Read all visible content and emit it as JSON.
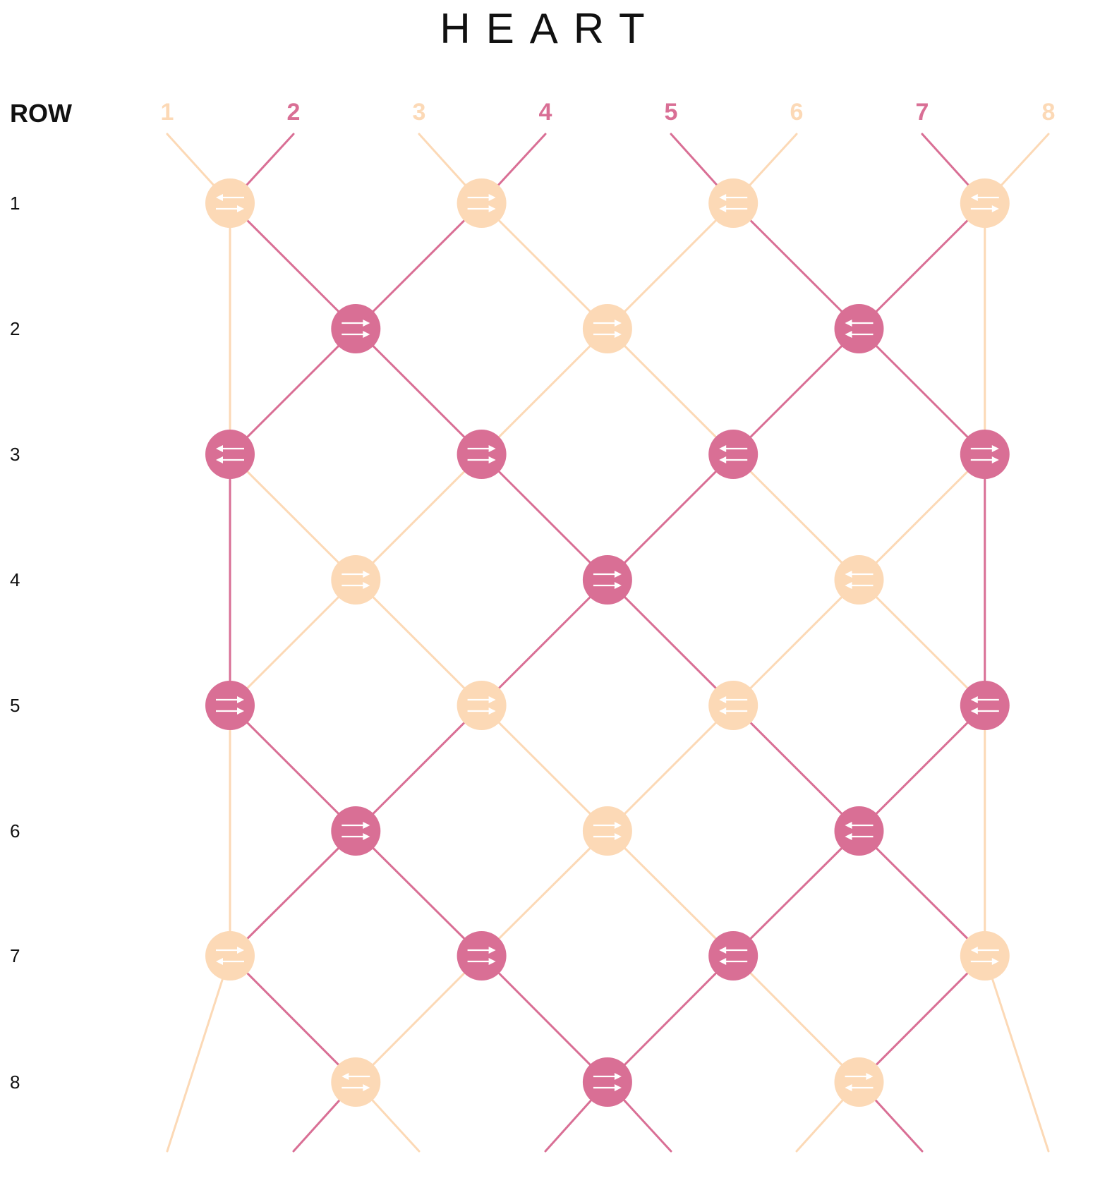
{
  "title": "HEART",
  "row_header": "ROW",
  "colors": {
    "light": "#FCD9B6",
    "dark": "#D96F95",
    "arrow": "#FFFFFF"
  },
  "strings": [
    {
      "label": "1",
      "color": "light"
    },
    {
      "label": "2",
      "color": "dark"
    },
    {
      "label": "3",
      "color": "light"
    },
    {
      "label": "4",
      "color": "dark"
    },
    {
      "label": "5",
      "color": "dark"
    },
    {
      "label": "6",
      "color": "light"
    },
    {
      "label": "7",
      "color": "dark"
    },
    {
      "label": "8",
      "color": "light"
    }
  ],
  "rows": [
    "1",
    "2",
    "3",
    "4",
    "5",
    "6",
    "7",
    "8"
  ],
  "knots": [
    {
      "row": 1,
      "pair": 1,
      "color": "light",
      "arrows": "left-right"
    },
    {
      "row": 1,
      "pair": 3,
      "color": "light",
      "arrows": "right-right"
    },
    {
      "row": 1,
      "pair": 5,
      "color": "light",
      "arrows": "left-left"
    },
    {
      "row": 1,
      "pair": 7,
      "color": "light",
      "arrows": "left-right"
    },
    {
      "row": 2,
      "pair": 2,
      "color": "dark",
      "arrows": "right-right"
    },
    {
      "row": 2,
      "pair": 4,
      "color": "light",
      "arrows": "right-right"
    },
    {
      "row": 2,
      "pair": 6,
      "color": "dark",
      "arrows": "left-left"
    },
    {
      "row": 3,
      "pair": 1,
      "color": "dark",
      "arrows": "left-left"
    },
    {
      "row": 3,
      "pair": 3,
      "color": "dark",
      "arrows": "right-right"
    },
    {
      "row": 3,
      "pair": 5,
      "color": "dark",
      "arrows": "left-left"
    },
    {
      "row": 3,
      "pair": 7,
      "color": "dark",
      "arrows": "right-right"
    },
    {
      "row": 4,
      "pair": 2,
      "color": "light",
      "arrows": "right-right"
    },
    {
      "row": 4,
      "pair": 4,
      "color": "dark",
      "arrows": "right-right"
    },
    {
      "row": 4,
      "pair": 6,
      "color": "light",
      "arrows": "left-left"
    },
    {
      "row": 5,
      "pair": 1,
      "color": "dark",
      "arrows": "right-right"
    },
    {
      "row": 5,
      "pair": 3,
      "color": "light",
      "arrows": "right-right"
    },
    {
      "row": 5,
      "pair": 5,
      "color": "light",
      "arrows": "left-left"
    },
    {
      "row": 5,
      "pair": 7,
      "color": "dark",
      "arrows": "left-left"
    },
    {
      "row": 6,
      "pair": 2,
      "color": "dark",
      "arrows": "right-right"
    },
    {
      "row": 6,
      "pair": 4,
      "color": "light",
      "arrows": "right-right"
    },
    {
      "row": 6,
      "pair": 6,
      "color": "dark",
      "arrows": "left-left"
    },
    {
      "row": 7,
      "pair": 1,
      "color": "light",
      "arrows": "right-left"
    },
    {
      "row": 7,
      "pair": 3,
      "color": "dark",
      "arrows": "right-right"
    },
    {
      "row": 7,
      "pair": 5,
      "color": "dark",
      "arrows": "left-left"
    },
    {
      "row": 7,
      "pair": 7,
      "color": "light",
      "arrows": "left-right"
    },
    {
      "row": 8,
      "pair": 2,
      "color": "light",
      "arrows": "left-right"
    },
    {
      "row": 8,
      "pair": 4,
      "color": "dark",
      "arrows": "right-right"
    },
    {
      "row": 8,
      "pair": 6,
      "color": "light",
      "arrows": "right-left"
    }
  ],
  "segments": [
    {
      "from": [
        1,
        0
      ],
      "to": [
        1,
        1
      ],
      "color": "light"
    },
    {
      "from": [
        2,
        0
      ],
      "to": [
        1,
        1
      ],
      "color": "dark"
    },
    {
      "from": [
        3,
        0
      ],
      "to": [
        3,
        1
      ],
      "color": "light"
    },
    {
      "from": [
        4,
        0
      ],
      "to": [
        3,
        1
      ],
      "color": "dark"
    },
    {
      "from": [
        5,
        0
      ],
      "to": [
        5,
        1
      ],
      "color": "dark"
    },
    {
      "from": [
        6,
        0
      ],
      "to": [
        5,
        1
      ],
      "color": "light"
    },
    {
      "from": [
        7,
        0
      ],
      "to": [
        7,
        1
      ],
      "color": "dark"
    },
    {
      "from": [
        8,
        0
      ],
      "to": [
        7,
        1
      ],
      "color": "light"
    },
    {
      "from": [
        1,
        1
      ],
      "to": [
        1,
        3
      ],
      "color": "light"
    },
    {
      "from": [
        1,
        1
      ],
      "to": [
        2,
        2
      ],
      "color": "dark"
    },
    {
      "from": [
        3,
        1
      ],
      "to": [
        2,
        2
      ],
      "color": "dark"
    },
    {
      "from": [
        3,
        1
      ],
      "to": [
        4,
        2
      ],
      "color": "light"
    },
    {
      "from": [
        5,
        1
      ],
      "to": [
        4,
        2
      ],
      "color": "light"
    },
    {
      "from": [
        5,
        1
      ],
      "to": [
        6,
        2
      ],
      "color": "dark"
    },
    {
      "from": [
        7,
        1
      ],
      "to": [
        6,
        2
      ],
      "color": "dark"
    },
    {
      "from": [
        7,
        1
      ],
      "to": [
        7,
        3
      ],
      "color": "light"
    },
    {
      "from": [
        2,
        2
      ],
      "to": [
        1,
        3
      ],
      "color": "dark"
    },
    {
      "from": [
        2,
        2
      ],
      "to": [
        3,
        3
      ],
      "color": "dark"
    },
    {
      "from": [
        4,
        2
      ],
      "to": [
        3,
        3
      ],
      "color": "light"
    },
    {
      "from": [
        4,
        2
      ],
      "to": [
        5,
        3
      ],
      "color": "light"
    },
    {
      "from": [
        6,
        2
      ],
      "to": [
        5,
        3
      ],
      "color": "dark"
    },
    {
      "from": [
        6,
        2
      ],
      "to": [
        7,
        3
      ],
      "color": "dark"
    },
    {
      "from": [
        1,
        3
      ],
      "to": [
        1,
        5
      ],
      "color": "dark"
    },
    {
      "from": [
        1,
        3
      ],
      "to": [
        2,
        4
      ],
      "color": "light"
    },
    {
      "from": [
        3,
        3
      ],
      "to": [
        2,
        4
      ],
      "color": "light"
    },
    {
      "from": [
        3,
        3
      ],
      "to": [
        4,
        4
      ],
      "color": "dark"
    },
    {
      "from": [
        5,
        3
      ],
      "to": [
        4,
        4
      ],
      "color": "dark"
    },
    {
      "from": [
        5,
        3
      ],
      "to": [
        6,
        4
      ],
      "color": "light"
    },
    {
      "from": [
        7,
        3
      ],
      "to": [
        6,
        4
      ],
      "color": "light"
    },
    {
      "from": [
        7,
        3
      ],
      "to": [
        7,
        5
      ],
      "color": "dark"
    },
    {
      "from": [
        2,
        4
      ],
      "to": [
        1,
        5
      ],
      "color": "light"
    },
    {
      "from": [
        2,
        4
      ],
      "to": [
        3,
        5
      ],
      "color": "light"
    },
    {
      "from": [
        4,
        4
      ],
      "to": [
        3,
        5
      ],
      "color": "dark"
    },
    {
      "from": [
        4,
        4
      ],
      "to": [
        5,
        5
      ],
      "color": "dark"
    },
    {
      "from": [
        6,
        4
      ],
      "to": [
        5,
        5
      ],
      "color": "light"
    },
    {
      "from": [
        6,
        4
      ],
      "to": [
        7,
        5
      ],
      "color": "light"
    },
    {
      "from": [
        1,
        5
      ],
      "to": [
        1,
        7
      ],
      "color": "light"
    },
    {
      "from": [
        1,
        5
      ],
      "to": [
        2,
        6
      ],
      "color": "dark"
    },
    {
      "from": [
        3,
        5
      ],
      "to": [
        2,
        6
      ],
      "color": "dark"
    },
    {
      "from": [
        3,
        5
      ],
      "to": [
        4,
        6
      ],
      "color": "light"
    },
    {
      "from": [
        5,
        5
      ],
      "to": [
        4,
        6
      ],
      "color": "light"
    },
    {
      "from": [
        5,
        5
      ],
      "to": [
        6,
        6
      ],
      "color": "dark"
    },
    {
      "from": [
        7,
        5
      ],
      "to": [
        6,
        6
      ],
      "color": "dark"
    },
    {
      "from": [
        7,
        5
      ],
      "to": [
        7,
        7
      ],
      "color": "light"
    },
    {
      "from": [
        2,
        6
      ],
      "to": [
        1,
        7
      ],
      "color": "dark"
    },
    {
      "from": [
        2,
        6
      ],
      "to": [
        3,
        7
      ],
      "color": "dark"
    },
    {
      "from": [
        4,
        6
      ],
      "to": [
        3,
        7
      ],
      "color": "light"
    },
    {
      "from": [
        4,
        6
      ],
      "to": [
        5,
        7
      ],
      "color": "light"
    },
    {
      "from": [
        6,
        6
      ],
      "to": [
        5,
        7
      ],
      "color": "dark"
    },
    {
      "from": [
        6,
        6
      ],
      "to": [
        7,
        7
      ],
      "color": "dark"
    },
    {
      "from": [
        1,
        7
      ],
      "to": [
        2,
        8
      ],
      "color": "dark"
    },
    {
      "from": [
        3,
        7
      ],
      "to": [
        2,
        8
      ],
      "color": "light"
    },
    {
      "from": [
        3,
        7
      ],
      "to": [
        4,
        8
      ],
      "color": "dark"
    },
    {
      "from": [
        5,
        7
      ],
      "to": [
        4,
        8
      ],
      "color": "dark"
    },
    {
      "from": [
        5,
        7
      ],
      "to": [
        6,
        8
      ],
      "color": "light"
    },
    {
      "from": [
        7,
        7
      ],
      "to": [
        6,
        8
      ],
      "color": "dark"
    },
    {
      "from": [
        1,
        7
      ],
      "to": [
        1,
        9
      ],
      "color": "light"
    },
    {
      "from": [
        2,
        8
      ],
      "to": [
        2,
        9
      ],
      "color": "dark"
    },
    {
      "from": [
        2,
        8
      ],
      "to": [
        3,
        9
      ],
      "color": "light"
    },
    {
      "from": [
        4,
        8
      ],
      "to": [
        4,
        9
      ],
      "color": "dark"
    },
    {
      "from": [
        4,
        8
      ],
      "to": [
        5,
        9
      ],
      "color": "dark"
    },
    {
      "from": [
        6,
        8
      ],
      "to": [
        6,
        9
      ],
      "color": "light"
    },
    {
      "from": [
        6,
        8
      ],
      "to": [
        7,
        9
      ],
      "color": "dark"
    },
    {
      "from": [
        7,
        7
      ],
      "to": [
        8,
        9
      ],
      "color": "light"
    }
  ]
}
